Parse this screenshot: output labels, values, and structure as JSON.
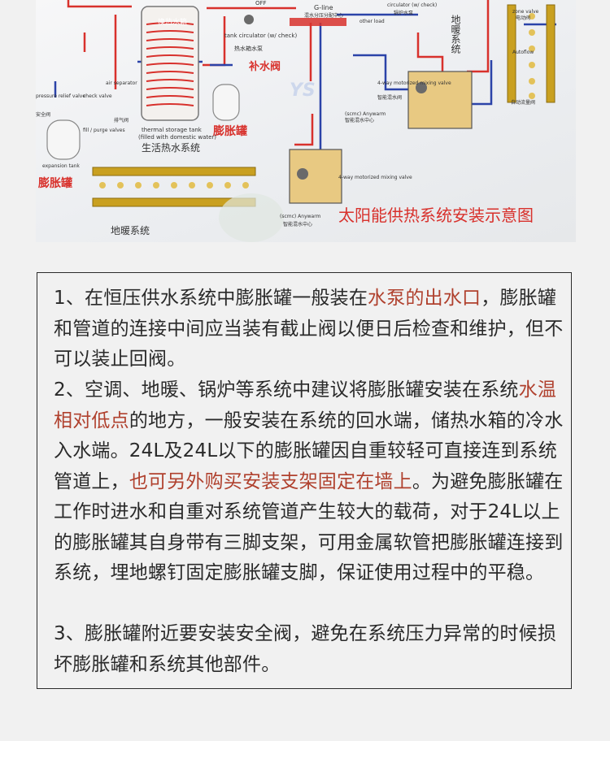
{
  "diagram": {
    "title": "太阳能供热系统安装示意图",
    "watermark": "YS",
    "labels": {
      "expansion_tank_left": "膨胀罐",
      "expansion_tank_mid": "膨胀罐",
      "makeup_valve": "补水阀",
      "domestic_hot_water": "生活热水系统",
      "floor_heating_bottom": "地暖系统",
      "floor_heating_right": "地暖系统",
      "tank_coil": "换热水箱",
      "thermal_tank": "thermal storage tank",
      "thermal_tank_sub": "(filled with domestic water)",
      "circulator": "tank circulator (w/ check)",
      "circulator_cn": "热水箱水泵",
      "g_line": "G-line",
      "g_line_cn": "混水分压分配中心",
      "other_load": "other load",
      "mixing_valve": "4-way motorized mixing valve",
      "mixing_valve_cn": "智能混水阀",
      "anywarm": "(scmc) Anywarm",
      "anywarm_cn": "智能混水中心",
      "check_valve": "check valve",
      "fill_purge": "fill / purge valves",
      "air_separator": "air separator",
      "pressure_relief": "pressure relief valve",
      "expansion_tank_en": "expansion tank",
      "exhaust_valve": "排气阀",
      "safety_valve": "安全阀",
      "zone_valve": "zone valve",
      "zone_valve_cn": "电动阀",
      "autoflow": "Autoflow",
      "autoflow_cn": "自动流量阀",
      "off": "OFF",
      "boiler_pump": "锅炉水泵",
      "boiler_circ": "circulator (w/ check)"
    }
  },
  "content": {
    "p1": {
      "a": "1、在恒压供水系统中膨胀罐一般装在",
      "h1": "水泵的出水口",
      "b": "，膨胀罐和管道的连接中间应当装有截止阀以便日后检查和维护，但不可以装止回阀。"
    },
    "p2": {
      "a": "2、空调、地暖、锅炉等系统中建议将膨胀罐安装在系统",
      "h1": "水温相对低点",
      "b": "的地方，一般安装在系统的回水端，储热水箱的冷水入水端。24L及24L以下的膨胀罐因自重较轻可直接连到系统管道上，",
      "h2": "也可另外购买安装支架固定在墙上",
      "c": "。为避免膨胀罐在工作时进水和自重对系统管道产生较大的载荷，对于24L以上的膨胀罐其自身带有三脚支架，可用金属软管把膨胀罐连接到系统，埋地螺钉固定膨胀罐支脚，保证使用过程中的平稳。"
    },
    "p3": {
      "a": "3、膨胀罐附近要安装安全阀，避免在系统压力异常的时候损坏膨胀罐和系统其他部件。"
    }
  },
  "colors": {
    "highlight": "#b0412e",
    "pipe_red": "#d8312c",
    "pipe_blue": "#2b43a8",
    "brass": "#c9a020",
    "panel_bg": "#f1f1f1"
  }
}
